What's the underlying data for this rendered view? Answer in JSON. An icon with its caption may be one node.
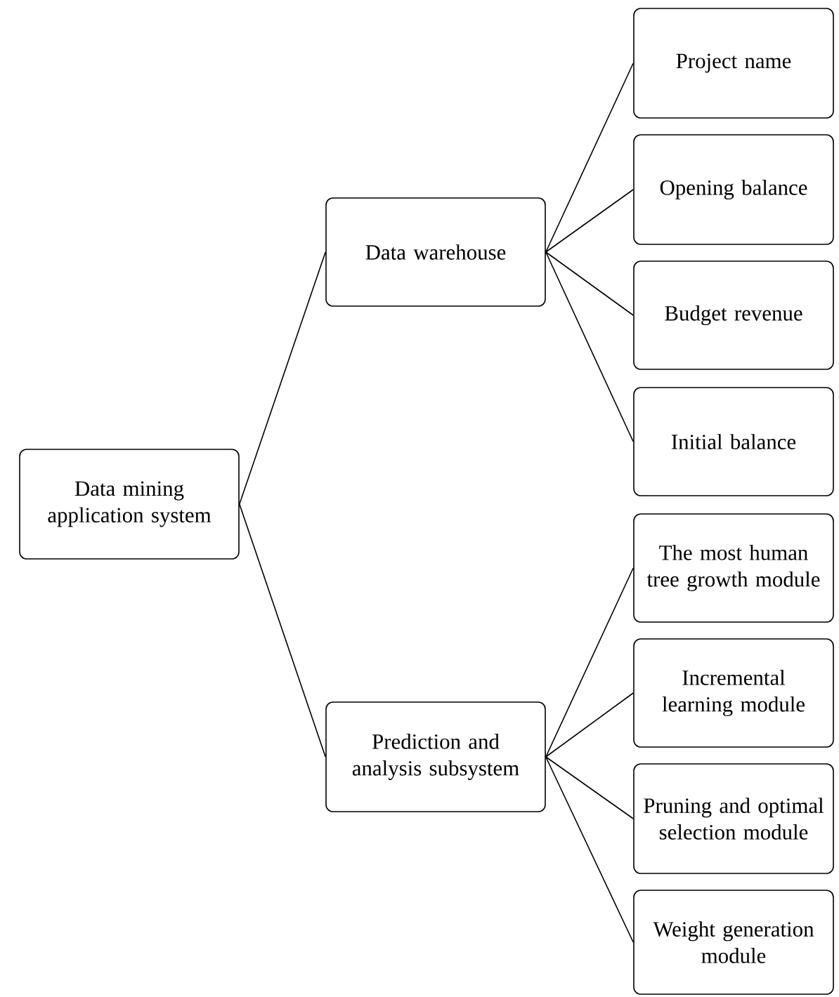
{
  "diagram": {
    "nodes": [
      {
        "text": [
          "Data mining application system"
        ]
      },
      {
        "text": [
          "Data warehouse"
        ]
      },
      {
        "text": [
          "Prediction and analysis subsystem"
        ]
      },
      {
        "text": [
          "Project name"
        ]
      },
      {
        "text": [
          "Opening balance"
        ]
      },
      {
        "text": [
          "Budget revenue"
        ]
      },
      {
        "text": [
          "Initial balance"
        ]
      },
      {
        "text": [
          "The most human tree growth module"
        ]
      },
      {
        "text": [
          "Incremental learning module"
        ]
      },
      {
        "text": [
          "Pruning and optimal selection module"
        ]
      },
      {
        "text": [
          "Weight generation module"
        ]
      }
    ],
    "edges": [
      {
        "from": 0,
        "to": 1,
        "arrow": "none"
      },
      {
        "from": 0,
        "to": 2,
        "arrow": "none"
      },
      {
        "from": 1,
        "to": 3,
        "arrow": "none"
      },
      {
        "from": 1,
        "to": 4,
        "arrow": "none"
      },
      {
        "from": 1,
        "to": 5,
        "arrow": "none"
      },
      {
        "from": 1,
        "to": 6,
        "arrow": "none"
      },
      {
        "from": 2,
        "to": 7,
        "arrow": "none"
      },
      {
        "from": 2,
        "to": 8,
        "arrow": "none"
      },
      {
        "from": 2,
        "to": 9,
        "arrow": "none"
      },
      {
        "from": 2,
        "to": 10,
        "arrow": "none"
      }
    ]
  }
}
